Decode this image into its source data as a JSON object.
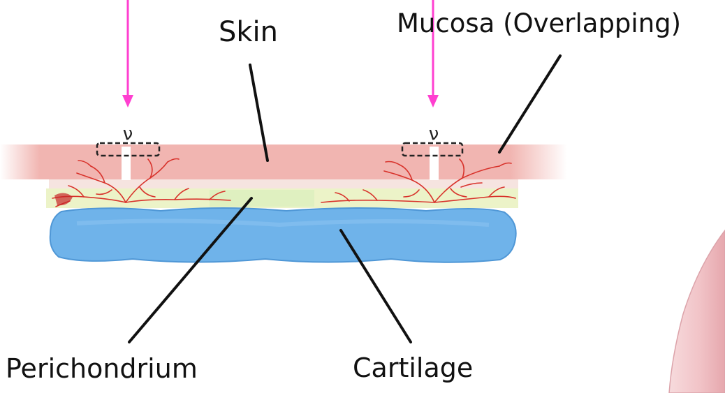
{
  "labels": {
    "skin": "Skin",
    "mucosa": "Mucosa (Overlapping)",
    "perichondrium": "Perichondrium",
    "cartilage": "Cartilage"
  },
  "colors": {
    "arrow": "#ff3fd0",
    "skin_band": "#f1b5b1",
    "vessels": "#d8322b",
    "perichondrium": "#ecf3c8",
    "cartilage": "#6fb3ea",
    "cartilage_edge": "#4f97d6",
    "leader_line": "#111111",
    "suture_box": "#222222",
    "flap_edge": "#ecc4c8"
  },
  "suture_marks": [
    "ν",
    "ν"
  ]
}
